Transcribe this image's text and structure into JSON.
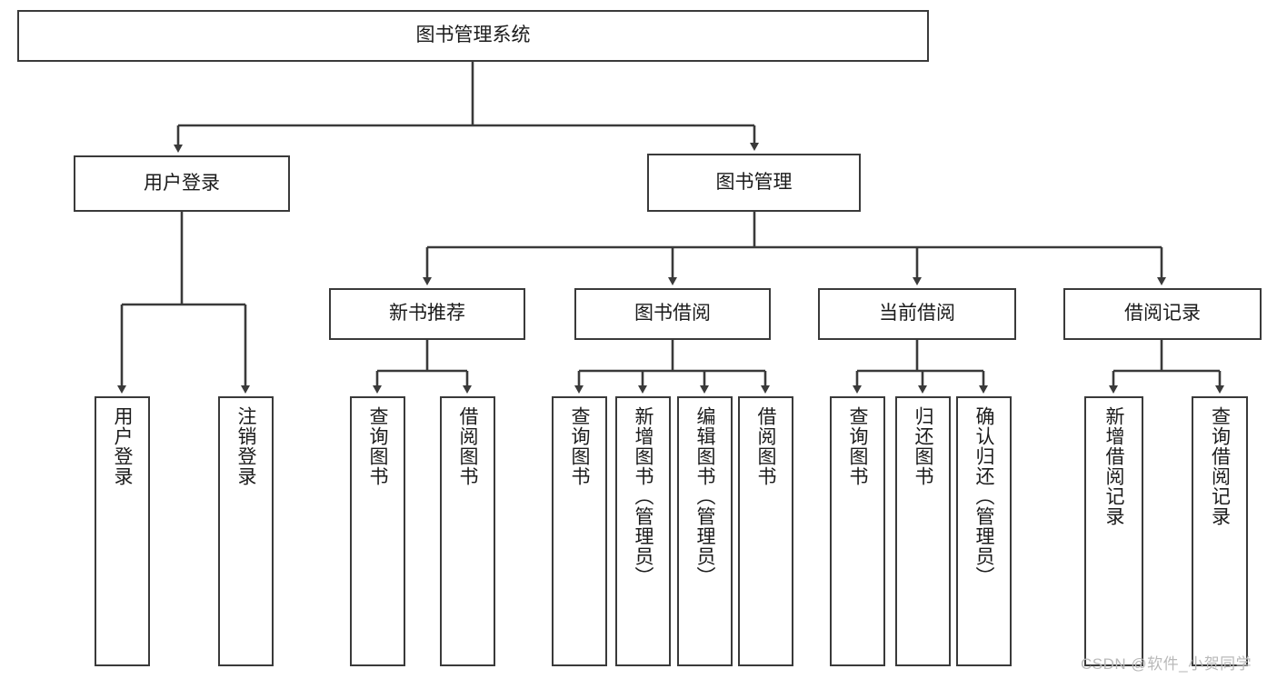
{
  "diagram": {
    "title": "图书管理系统",
    "watermark": "CSDN @软件_小贺同学",
    "colors": {
      "stroke": "#3a3a3a",
      "text": "#1b1b1b",
      "background": "#ffffff",
      "watermark": "#b9b9b9"
    },
    "nodes": {
      "root": {
        "label": "图书管理系统"
      },
      "level1": [
        {
          "label": "用户登录"
        },
        {
          "label": "图书管理"
        }
      ],
      "level2": [
        {
          "label": "新书推荐"
        },
        {
          "label": "图书借阅"
        },
        {
          "label": "当前借阅"
        },
        {
          "label": "借阅记录"
        }
      ],
      "leaves_user_login": [
        {
          "label": "用户登录"
        },
        {
          "label": "注销登录"
        }
      ],
      "leaves_new_book": [
        {
          "label": "查询图书"
        },
        {
          "label": "借阅图书"
        }
      ],
      "leaves_borrow": [
        {
          "label": "查询图书"
        },
        {
          "label": "新增图书（管理员）"
        },
        {
          "label": "编辑图书（管理员）"
        },
        {
          "label": "借阅图书"
        }
      ],
      "leaves_current": [
        {
          "label": "查询图书"
        },
        {
          "label": "归还图书"
        },
        {
          "label": "确认归还（管理员）"
        }
      ],
      "leaves_records": [
        {
          "label": "新增借阅记录"
        },
        {
          "label": "查询借阅记录"
        }
      ]
    }
  }
}
